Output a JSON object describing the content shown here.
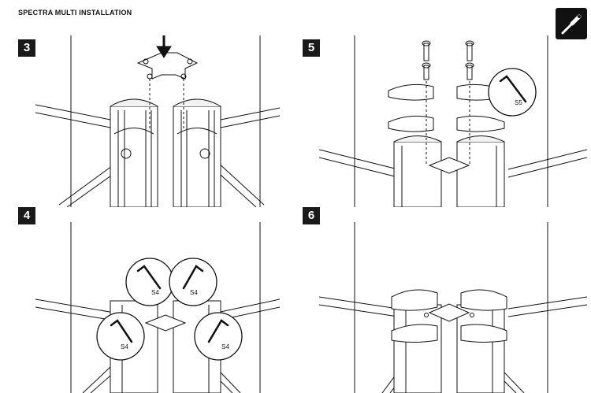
{
  "document": {
    "title": "SPECTRA MULTI  INSTALLATION",
    "tool_icon": "screwdriver-icon",
    "colors": {
      "ink": "#111111",
      "badge": "#1a1a1a",
      "badge_text": "#ffffff"
    }
  },
  "steps": [
    {
      "number": "3"
    },
    {
      "number": "5",
      "callouts": [
        "S5"
      ]
    },
    {
      "number": "4",
      "callouts": [
        "S4",
        "S4",
        "S4",
        "S4"
      ]
    },
    {
      "number": "6"
    }
  ]
}
